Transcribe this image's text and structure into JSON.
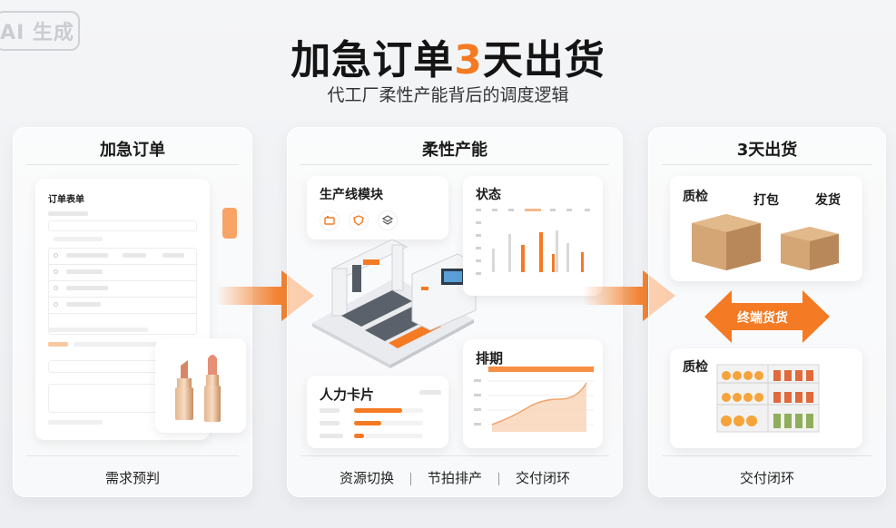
{
  "badge": "AI 生成",
  "title": {
    "before": "加急订单",
    "highlight": "3",
    "after": "天出货"
  },
  "subtitle": "代工厂柔性产能背后的调度逻辑",
  "colors": {
    "accent": "#f47a23",
    "text": "#1c1c1c",
    "card": "#ffffff"
  },
  "panels": {
    "order": {
      "title": "加急订单",
      "form_title": "订单表单",
      "footer": "需求预判"
    },
    "capacity": {
      "title": "柔性产能",
      "line_module": "生产线模块",
      "status": "状态",
      "labor": "人力卡片",
      "schedule": "排期",
      "footer": [
        "资源切换",
        "节拍排产",
        "交付闭环"
      ]
    },
    "shipping": {
      "title": "3天出货",
      "top_labels": [
        "质检",
        "打包",
        "发货"
      ],
      "terminal": "终端货货",
      "bottom_label": "质检",
      "footer": "交付闭环"
    }
  },
  "icons": [
    "factory-icon",
    "shield-icon",
    "layers-icon",
    "lipstick-icon",
    "box-icon",
    "shelf-icon",
    "arrow-right-icon",
    "double-arrow-icon"
  ]
}
